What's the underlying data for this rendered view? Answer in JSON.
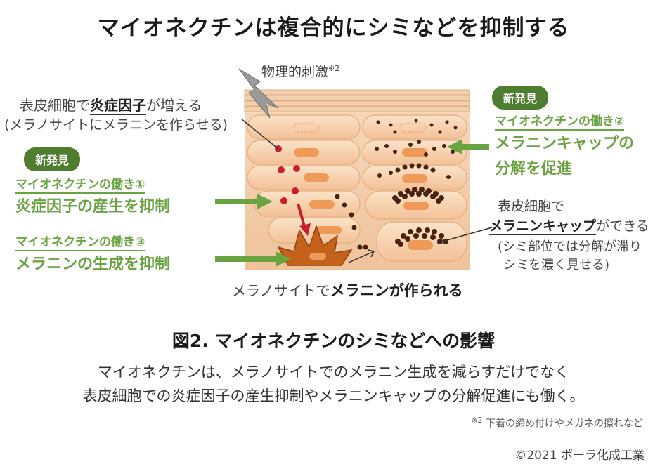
{
  "title": "マイオネクチンは複合的にシミなどを抑制する",
  "stimulus_label": "物理的刺激",
  "stimulus_note_mark": "※2",
  "left_top_line1_pre": "表皮細胞で",
  "left_top_line1_bold": "炎症因子",
  "left_top_line1_post": "が増える",
  "left_top_line2": "(メラノサイトにメラニンを作らせる)",
  "badge_left": "新発見",
  "badge_right": "新発見",
  "action1_head": "マイオネクチンの働き①",
  "action1_body": "炎症因子の産生を抑制",
  "action2_head": "マイオネクチンの働き②",
  "action2_body_line1": "メラニンキャップの",
  "action2_body_line2": "分解を促進",
  "action3_head": "マイオネクチンの働き③",
  "action3_body": "メラニンの生成を抑制",
  "right_mid_line1": "表皮細胞で",
  "right_mid_line2_bold": "メラニンキャップ",
  "right_mid_line2_post": "ができる",
  "right_mid_line3": "(シミ部位では分解が滞り",
  "right_mid_line4": "シミを濃く見せる)",
  "bottom_label_pre": "メラノサイトで",
  "bottom_label_bold": "メラニンが作られる",
  "figure_title": "図2. マイオネクチンのシミなどへの影響",
  "caption_line1": "マイオネクチンは、メラノサイトでのメラニン生成を減らすだけでなく",
  "caption_line2": "表皮細胞での炎症因子の産生抑制やメラニンキャップの分解促進にも働く。",
  "footnote_mark": "※2",
  "footnote_text": "下着の締め付けやメガネの擦れなど",
  "copyright": "©2021 ポーラ化成工業",
  "colors": {
    "accent_green": "#6aa342",
    "badge_green": "#4e7d2f",
    "cell_fill": "#f7cfa8",
    "nucleus": "#f09a5a",
    "melanin": "#4a2310",
    "melanocyte": "#c4621c",
    "inflammation": "#c8202a"
  }
}
